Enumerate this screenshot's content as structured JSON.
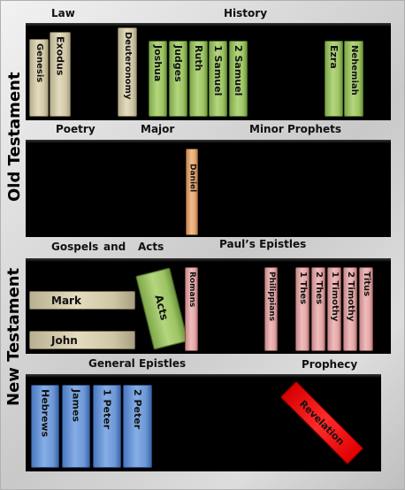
{
  "sides": {
    "old_testament": "Old Testament",
    "new_testament": "New Testament"
  },
  "labels": {
    "law": "Law",
    "history": "History",
    "poetry": "Poetry",
    "major": "Major",
    "minor_prophets": "Minor Prophets",
    "gospels": "Gospels",
    "and": "and",
    "acts": "Acts",
    "pauls_epistles": "Paul’s Epistles",
    "general_epistles": "General Epistles",
    "prophecy": "Prophecy"
  },
  "books": {
    "genesis": "Genesis",
    "exodus": "Exodus",
    "deuteronomy": "Deuteronomy",
    "joshua": "Joshua",
    "judges": "Judges",
    "ruth": "Ruth",
    "samuel1": "1 Samuel",
    "samuel2": "2 Samuel",
    "ezra": "Ezra",
    "nehemiah": "Nehemiah",
    "daniel": "Daniel",
    "mark": "Mark",
    "john": "John",
    "acts": "Acts",
    "romans": "Romans",
    "philippians": "Philippians",
    "thes1": "1 Thes",
    "thes2": "2 Thes",
    "timothy1": "1 Timothy",
    "timothy2": "2 Timothy",
    "titus": "Titus",
    "hebrews": "Hebrews",
    "james": "James",
    "peter1": "1 Peter",
    "peter2": "2 Peter",
    "revelation": "Revelation"
  },
  "colors": {
    "law": "#d8cfb0",
    "history": "#a3c86b",
    "major_prophets": "#eab184",
    "gospels": "#d8cfb0",
    "acts": "#a3c86b",
    "pauls_epistles": "#e8afaf",
    "general_epistles": "#7aa3df",
    "prophecy": "#ff0000"
  }
}
